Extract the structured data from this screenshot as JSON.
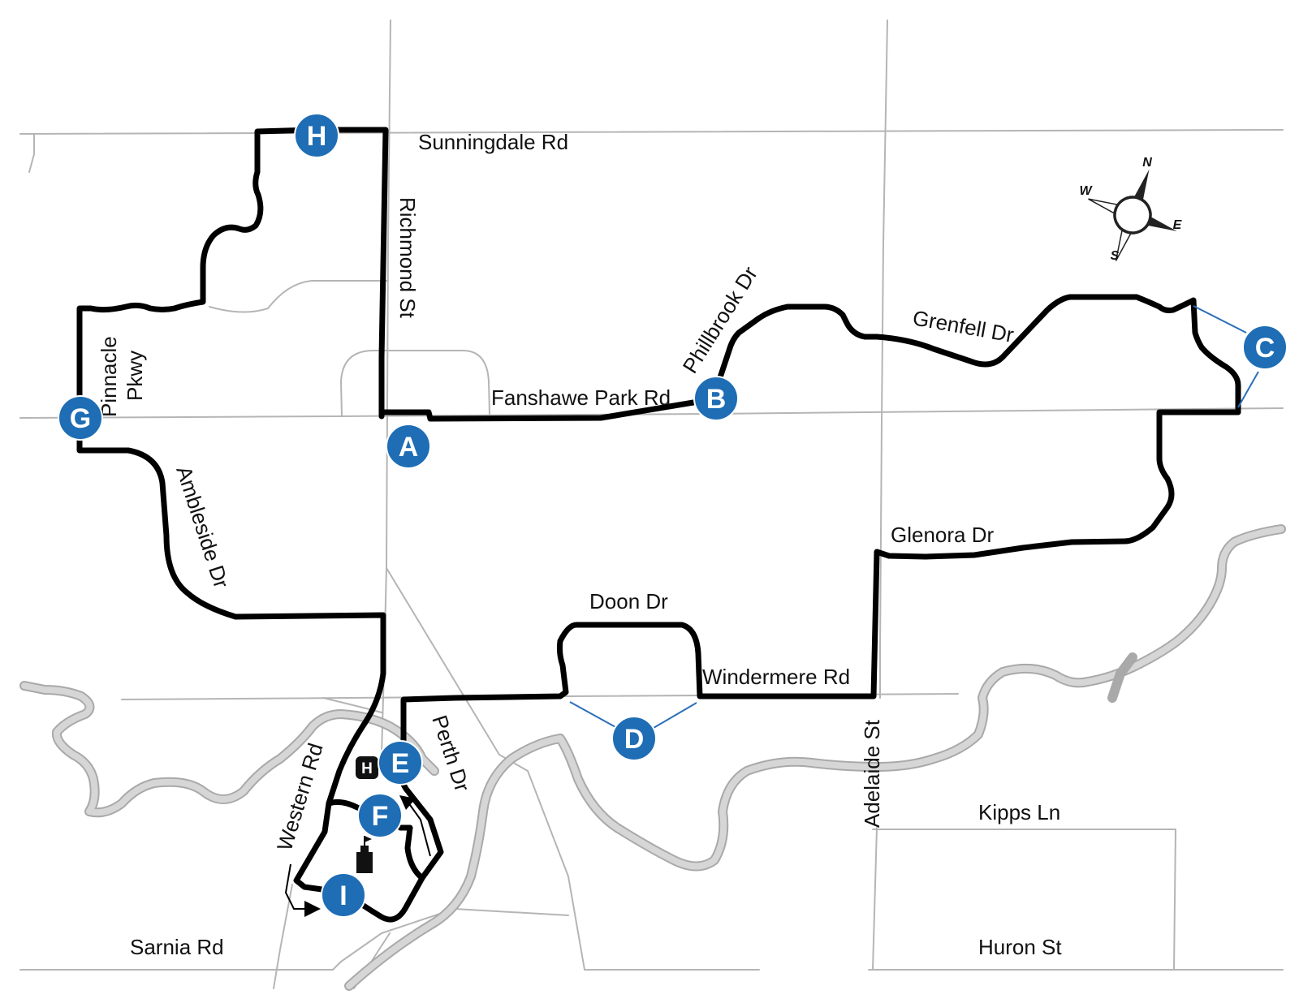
{
  "map": {
    "route_color": "#000000",
    "marker_color": "#1e6db5",
    "road_color": "#b5b5b5",
    "river_color": "#a9a9a9"
  },
  "streets": {
    "sunningdale": "Sunningdale Rd",
    "richmond": "Richmond St",
    "phillbrook": "Phillbrook Dr",
    "grenfell": "Grenfell Dr",
    "fanshawe": "Fanshawe Park Rd",
    "pinnacle_1": "Pinnacle",
    "pinnacle_2": "Pkwy",
    "ambleside": "Ambleside Dr",
    "glenora": "Glenora Dr",
    "doon": "Doon Dr",
    "windermere": "Windermere Rd",
    "adelaide": "Adelaide St",
    "kipps": "Kipps Ln",
    "western": "Western Rd",
    "perth": "Perth Dr",
    "sarnia": "Sarnia Rd",
    "huron": "Huron St"
  },
  "markers": {
    "a": "A",
    "b": "B",
    "c": "C",
    "d": "D",
    "e": "E",
    "f": "F",
    "g": "G",
    "h": "H",
    "i": "I"
  },
  "icons": {
    "hospital_letter": "H",
    "hospital_icon": "hospital-icon",
    "tower_icon": "tower-icon",
    "compass_icon": "compass-rose-icon"
  },
  "compass": {
    "n": "N",
    "e": "E",
    "s": "S",
    "w": "W"
  }
}
